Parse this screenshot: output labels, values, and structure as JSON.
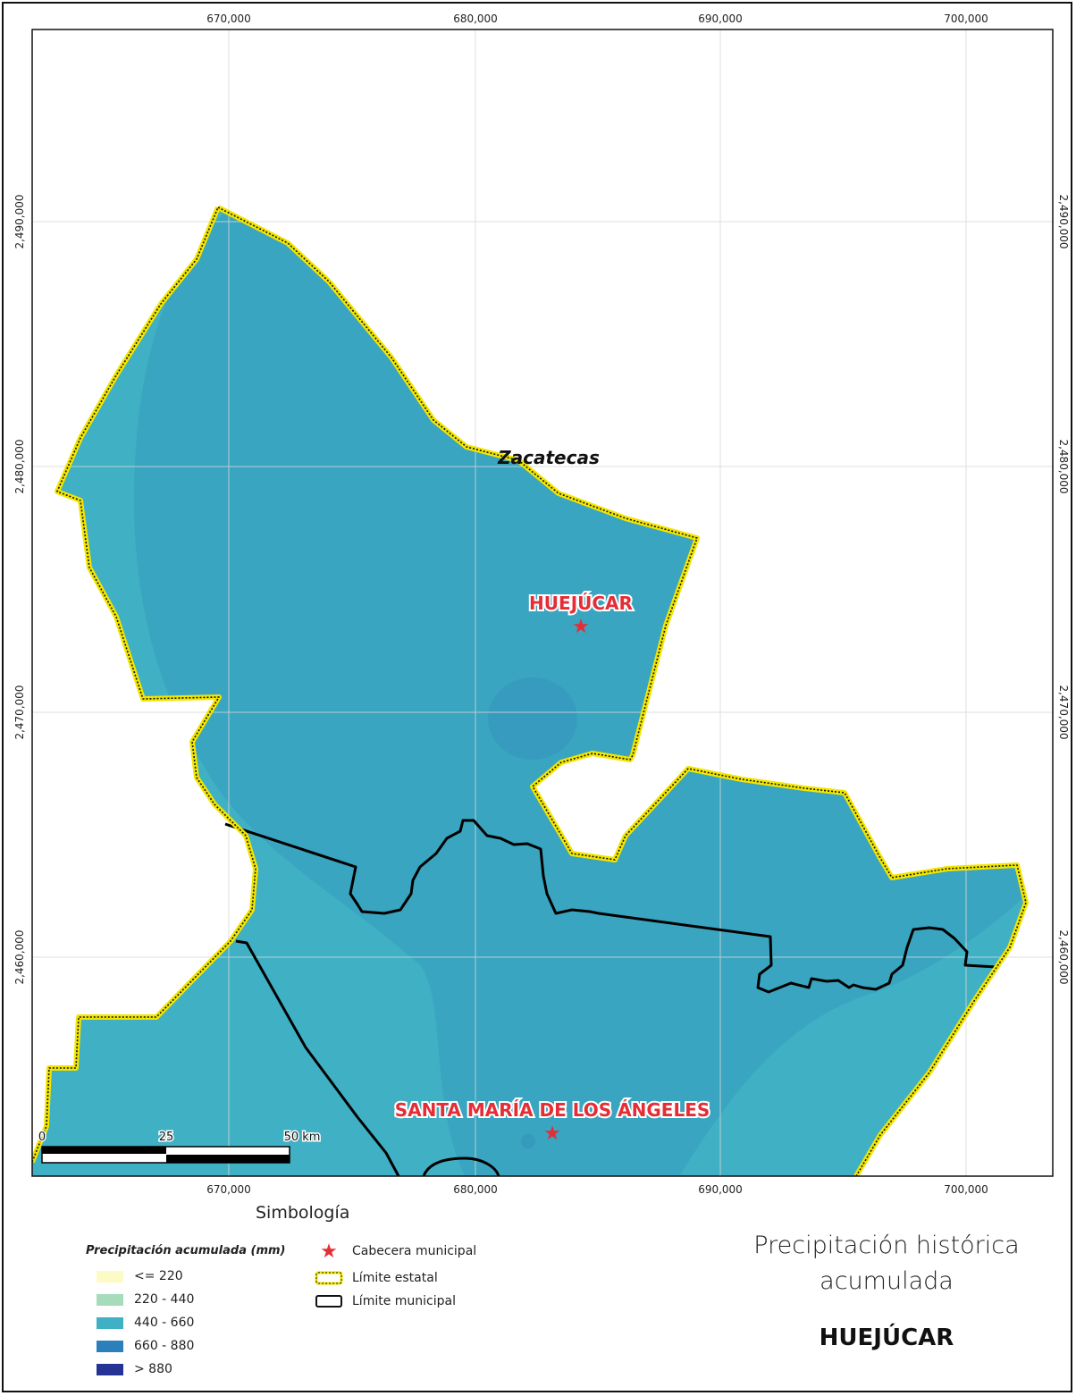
{
  "map": {
    "x_ticks": [
      "670,000",
      "680,000",
      "690,000",
      "700,000"
    ],
    "y_ticks": [
      "2,490,000",
      "2,480,000",
      "2,470,000",
      "2,460,000"
    ],
    "state_label": "Zacatecas",
    "places": [
      {
        "name": "HUEJÚCAR"
      },
      {
        "name": "SANTA MARÍA DE LOS ÁNGELES"
      }
    ],
    "scale_bar": {
      "labels": [
        "0",
        "25",
        "50 km"
      ]
    },
    "colors": {
      "fill_440_660": "#40b0c4",
      "fill_mid": "#3aa5c0",
      "fill_660_880": "#3494bd",
      "state_boundary": "#f2e500",
      "municipal_boundary": "#000000",
      "capital_star": "#e52d36"
    }
  },
  "legend": {
    "section_title": "Simbología",
    "precip_title": "Precipitación acumulada (mm)",
    "classes": [
      {
        "label": "<= 220",
        "color": "#fdfbc5"
      },
      {
        "label": "220 - 440",
        "color": "#a6dcbc"
      },
      {
        "label": "440 - 660",
        "color": "#40b0c4"
      },
      {
        "label": "660 - 880",
        "color": "#2b7fba"
      },
      {
        "label": "> 880",
        "color": "#253494"
      }
    ],
    "symbols": [
      {
        "label": "Cabecera municipal",
        "icon": "star-icon"
      },
      {
        "label": "Límite estatal",
        "icon": "state-boundary-icon"
      },
      {
        "label": "Límite municipal",
        "icon": "municipal-boundary-icon"
      }
    ]
  },
  "title": {
    "main": "Precipitación histórica acumulada",
    "municipality": "HUEJÚCAR"
  }
}
